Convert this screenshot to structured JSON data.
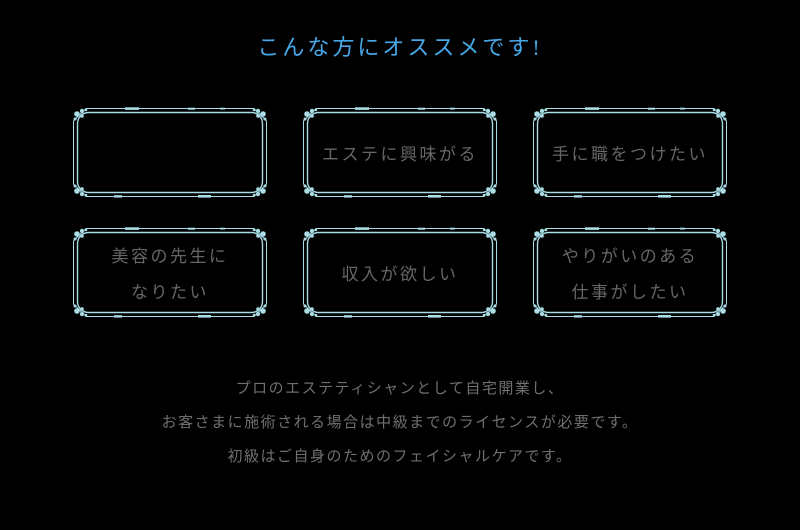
{
  "colors": {
    "background": "#000000",
    "title": "#47a8e8",
    "frame": "#aadce6",
    "box-text": "#666666",
    "footer-text": "#6f6f6f"
  },
  "title": {
    "text": "こんな方にオススメです!"
  },
  "boxes": [
    {
      "line1": "",
      "line2": ""
    },
    {
      "line1": "エステに興味がる",
      "line2": ""
    },
    {
      "line1": "手に職をつけたい",
      "line2": ""
    },
    {
      "line1": "美容の先生に",
      "line2": "なりたい"
    },
    {
      "line1": "収入が欲しい",
      "line2": ""
    },
    {
      "line1": "やりがいのある",
      "line2": "仕事がしたい"
    }
  ],
  "footer": {
    "lines": [
      "プロのエステティシャンとして自宅開業し、",
      "お客さまに施術される場合は中級までのライセンスが必要です。",
      "初級はご自身のためのフェイシャルケアです。"
    ]
  }
}
